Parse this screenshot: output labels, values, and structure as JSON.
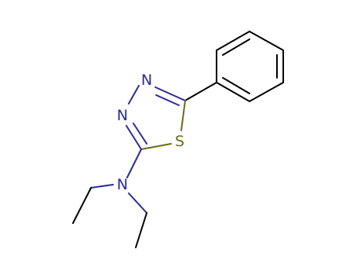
{
  "molecule": {
    "atoms": {
      "n_amine": {
        "label": "N",
        "color": "#2b2b9a"
      },
      "n_ring_3": {
        "label": "N",
        "color": "#2b2b9a"
      },
      "n_ring_4": {
        "label": "N",
        "color": "#2b2b9a"
      },
      "s_ring_1": {
        "label": "S",
        "color": "#6b6b1a"
      }
    }
  }
}
